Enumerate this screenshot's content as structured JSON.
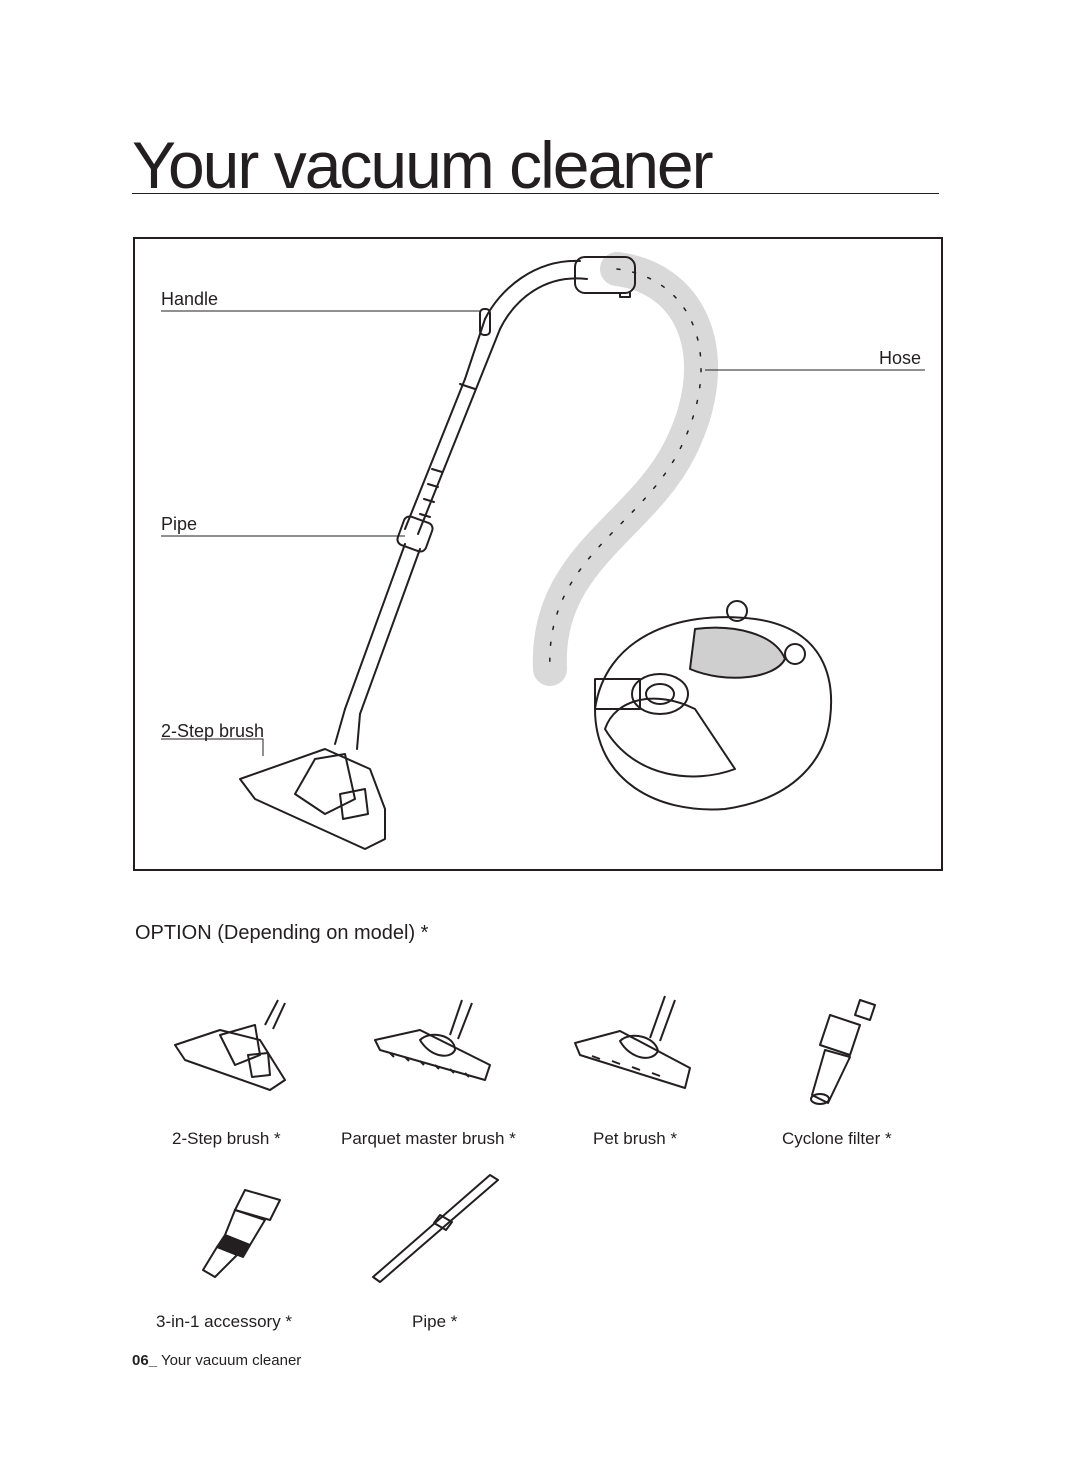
{
  "page": {
    "title": "Your vacuum cleaner"
  },
  "main_figure": {
    "labels": {
      "handle": "Handle",
      "hose": "Hose",
      "pipe": "Pipe",
      "step_brush": "2-Step brush"
    }
  },
  "options": {
    "heading": "OPTION (Depending on model) *",
    "items": [
      {
        "label": "2-Step brush *"
      },
      {
        "label": "Parquet master brush *"
      },
      {
        "label": "Pet brush *"
      },
      {
        "label": "Cyclone filter *"
      },
      {
        "label": "3-in-1 accessory *"
      },
      {
        "label": "Pipe *"
      }
    ]
  },
  "footer": {
    "page_number": "06_",
    "section": "Your vacuum cleaner"
  }
}
